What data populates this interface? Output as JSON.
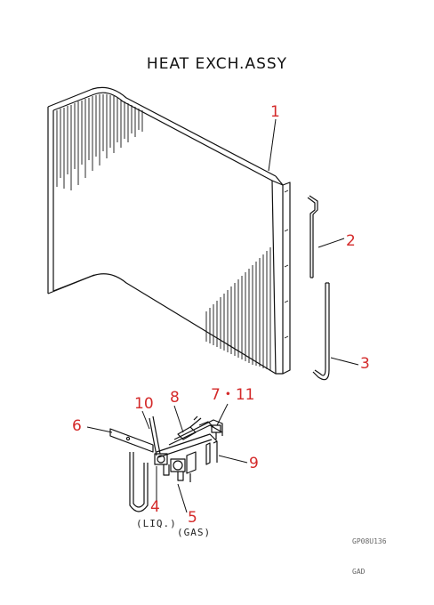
{
  "title": "HEAT EXCH.ASSY",
  "callouts": {
    "c1": "1",
    "c2": "2",
    "c3": "3",
    "c4": "4",
    "c5": "5",
    "c6": "6",
    "c7_11": "7・11",
    "c8": "8",
    "c9": "9",
    "c10": "10"
  },
  "notes": {
    "liq": "(LIQ.)",
    "gas": "(GAS)"
  },
  "codes": {
    "drawing_no": "GP08U136",
    "sub": "GAD"
  },
  "colors": {
    "callout": "#d42a2a",
    "line": "#111111"
  }
}
